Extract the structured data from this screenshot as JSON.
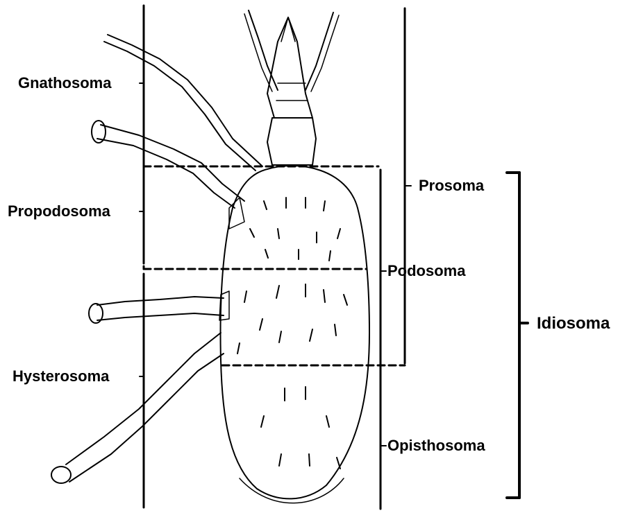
{
  "labels": {
    "gnathosoma": "Gnathosoma",
    "propodosoma": "Propodosoma",
    "hysterosoma": "Hysterosoma",
    "prosoma": "Prosoma",
    "podosoma": "Podosoma",
    "idiosoma": "Idiosoma",
    "opisthosoma": "Opisthosoma"
  },
  "colors": {
    "ink": "#000000",
    "background": "#ffffff"
  },
  "image": {
    "subject": "mite-dorsal-view-illustration"
  }
}
